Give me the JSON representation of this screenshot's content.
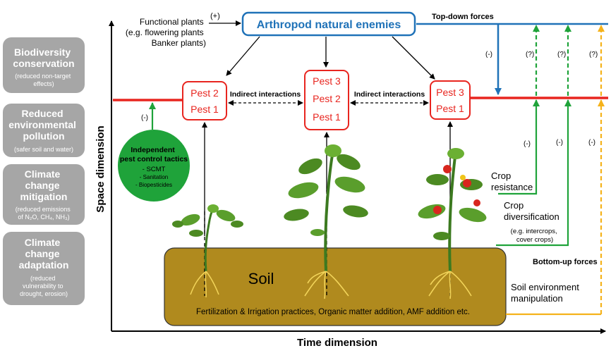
{
  "side_boxes": [
    {
      "title": [
        "Biodiversity",
        "conservation"
      ],
      "sub": [
        "(reduced non-target",
        "effects)"
      ]
    },
    {
      "title": [
        "Reduced",
        "environmental",
        "pollution"
      ],
      "sub": [
        "(safer soil and water)"
      ]
    },
    {
      "title": [
        "Climate",
        "change",
        "mitigation"
      ],
      "sub": [
        "(reduced emissions",
        "of N₂O, CH₄, NH₃)"
      ]
    },
    {
      "title": [
        "Climate",
        "change",
        "adaptation"
      ],
      "sub": [
        "(reduced",
        "vulnerability to",
        "drought, erosion)"
      ]
    }
  ],
  "axes": {
    "y_label": "Space dimension",
    "x_label": "Time dimension"
  },
  "functional_plants": [
    "Functional plants",
    "(e.g. flowering plants",
    "Banker plants)"
  ],
  "plus_sign": "(+)",
  "natural_enemies": "Arthropod natural enemies",
  "top_down": "Top-down forces",
  "bottom_up": "Bottom-up forces",
  "pests": {
    "left": [
      "Pest 2",
      "Pest 1"
    ],
    "middle": [
      "Pest 3",
      "Pest 2",
      "Pest 1"
    ],
    "right": [
      "Pest 3",
      "Pest 1"
    ]
  },
  "indirect": "Indirect interactions",
  "signs": {
    "minus": "(-)",
    "question": "(?)"
  },
  "tactics": {
    "title": [
      "Independent",
      "pest control tactics"
    ],
    "items": [
      "- SCMT",
      "- Sanitation",
      "- Biopesticides"
    ]
  },
  "crop_resistance": [
    "Crop",
    "resistance"
  ],
  "crop_diversification": [
    "Crop",
    "diversification",
    "(e.g. intercrops,",
    "cover crops)"
  ],
  "soil": {
    "title": "Soil",
    "practices": "Fertilization & Irrigation practices, Organic matter addition, AMF addition etc."
  },
  "soil_manipulation": [
    "Soil environment",
    "manipulation"
  ],
  "colors": {
    "blue": "#1f72b8",
    "red": "#e8251f",
    "green": "#1fa33a",
    "yellow": "#f5b21a",
    "gray": "#a6a6a6",
    "soil": "#b08a1e"
  }
}
